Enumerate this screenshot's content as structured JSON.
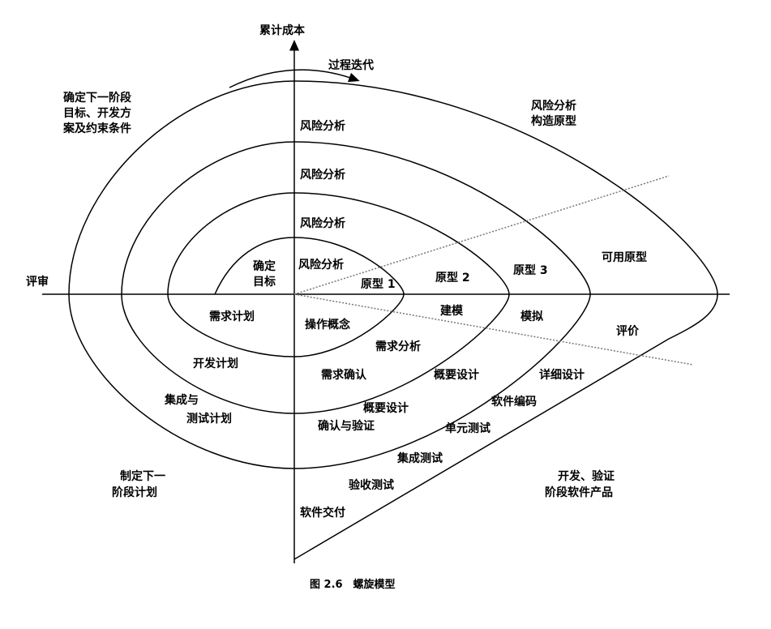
{
  "axes": {
    "y_label": "累计成本",
    "x_left_label": "评审"
  },
  "iteration_label": "过程迭代",
  "quadrants": {
    "top_left": [
      "确定下一阶段",
      "目标、开发方",
      "案及约束条件"
    ],
    "top_right": [
      "风险分析",
      "构造原型"
    ],
    "bottom_left": [
      "制定下一",
      "阶段计划"
    ],
    "bottom_right": [
      "开发、验证",
      "阶段软件产品"
    ]
  },
  "risk_analysis": [
    "风险分析",
    "风险分析",
    "风险分析",
    "风险分析"
  ],
  "objectives": [
    "确定",
    "目标"
  ],
  "prototypes": [
    "原型 1",
    "原型 2",
    "原型 3",
    "可用原型"
  ],
  "simulation": [
    "建模",
    "模拟",
    "评价"
  ],
  "plans": {
    "requirements": "需求计划",
    "development": "开发计划",
    "integration": [
      "集成与",
      "测试计划"
    ]
  },
  "engineering": {
    "concept": "操作概念",
    "req_analysis": "需求分析",
    "req_validation": "需求确认",
    "high_design_1": "概要设计",
    "detail_design": "详细设计",
    "high_design_2": "概要设计",
    "verify": "确认与验证",
    "coding": "软件编码",
    "unit_test": "单元测试",
    "integration_test": "集成测试",
    "acceptance_test": "验收测试",
    "delivery": "软件交付"
  },
  "caption": "图 2.6　螺旋模型"
}
